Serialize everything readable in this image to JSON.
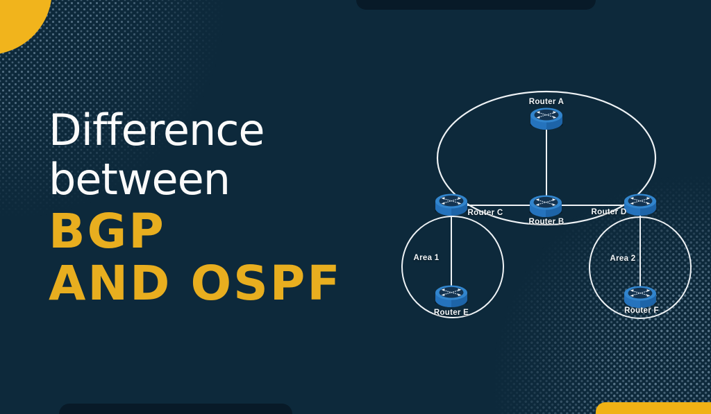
{
  "title": {
    "line1": "Difference",
    "line2": "between",
    "line3": "BGP",
    "line4": "AND OSPF"
  },
  "diagram": {
    "nodes": [
      {
        "id": "router-a",
        "label": "Router A"
      },
      {
        "id": "router-b",
        "label": "Router B"
      },
      {
        "id": "router-c",
        "label": "Router C"
      },
      {
        "id": "router-d",
        "label": "Router D"
      },
      {
        "id": "router-e",
        "label": "Router E"
      },
      {
        "id": "router-f",
        "label": "Router F"
      }
    ],
    "areas": [
      {
        "id": "area-1",
        "label": "Area 1"
      },
      {
        "id": "area-2",
        "label": "Area 2"
      }
    ]
  },
  "icons": {
    "router": "router-icon (blue cylinder with crossing arrows)"
  },
  "colors": {
    "background": "#0d293b",
    "corner_notch": "#081a28",
    "accent_yellow": "#f0b215",
    "title_white": "#fafafa",
    "title_yellow": "#e8ae1f",
    "diagram_line": "#eef2f5",
    "router_body_blue": "#2573bd",
    "router_top_blue": "#3285cd",
    "router_inner_navy": "#143350",
    "halftone_dot": "#94b0c6"
  }
}
